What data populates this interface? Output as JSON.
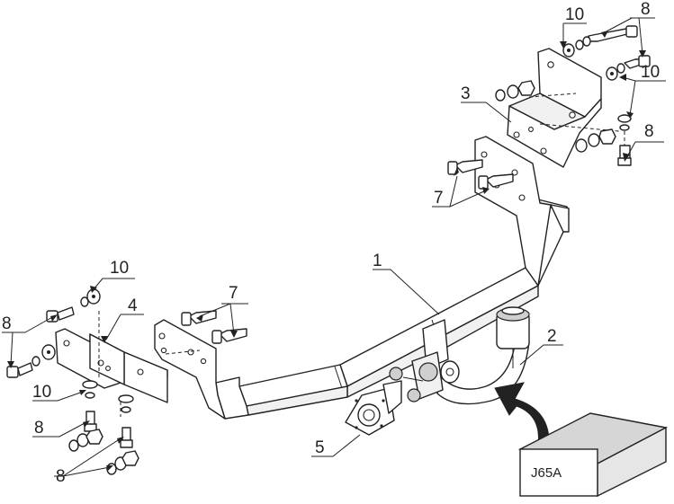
{
  "diagram": {
    "callouts": {
      "c1": "1",
      "c2": "2",
      "c3": "3",
      "c4": "4",
      "c5": "5",
      "c7a": "7",
      "c7b": "7",
      "c8a": "8",
      "c8b": "8",
      "c8c": "8",
      "c8d": "8",
      "c8e": "8",
      "c10a": "10",
      "c10b": "10",
      "c10c": "10",
      "c10d": "10"
    },
    "box_label": "J65A"
  },
  "colors": {
    "line": "#222222",
    "shade": "#cfcfcf",
    "background": "#ffffff"
  }
}
